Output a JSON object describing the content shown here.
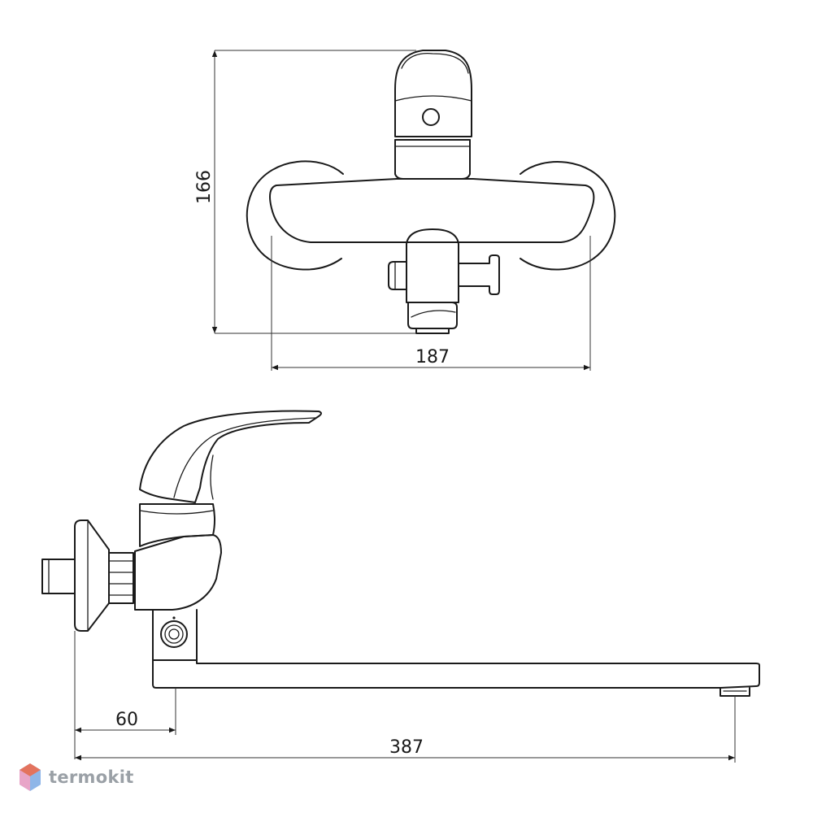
{
  "dimensions": {
    "height_top": "166",
    "width_top": "187",
    "offset_side": "60",
    "length_side": "387"
  },
  "brand": {
    "name": "termokit",
    "logo_colors": [
      "#e3735e",
      "#e8a5c8",
      "#8fb6e8",
      "#a9c7ef"
    ]
  },
  "colors": {
    "line": "#1a1a1a",
    "brand_text": "#9aa0a6"
  }
}
